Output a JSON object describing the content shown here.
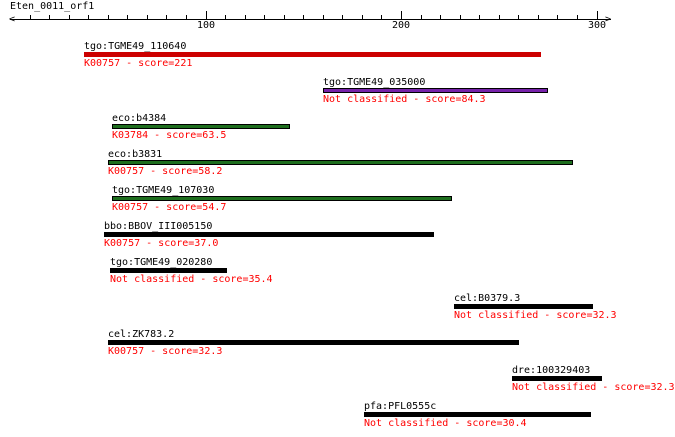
{
  "query": {
    "title": "Eten_0011_orf1"
  },
  "ruler": {
    "ticks": [
      {
        "value": 100,
        "label": "100"
      },
      {
        "value": 200,
        "label": "200"
      },
      {
        "value": 300,
        "label": "300"
      }
    ],
    "max": 305
  },
  "hits": [
    {
      "name": "tgo:TGME49_110640",
      "sub": "K00757 - score=221",
      "start": 38,
      "end": 272,
      "color": "#cc0000"
    },
    {
      "name": "tgo:TGME49_035000",
      "sub": "Not classified - score=84.3",
      "start": 160,
      "end": 275,
      "color": "#7722aa",
      "border": "#000000"
    },
    {
      "name": "eco:b4384",
      "sub": "K03784 - score=63.5",
      "start": 52,
      "end": 143,
      "color": "#1e6e1e",
      "border": "#000000"
    },
    {
      "name": "eco:b3831",
      "sub": "K00757 - score=58.2",
      "start": 50,
      "end": 288,
      "color": "#1e6e1e",
      "border": "#000000"
    },
    {
      "name": "tgo:TGME49_107030",
      "sub": "K00757 - score=54.7",
      "start": 52,
      "end": 226,
      "color": "#1e6e1e",
      "border": "#000000"
    },
    {
      "name": "bbo:BBOV_III005150",
      "sub": "K00757 - score=37.0",
      "start": 48,
      "end": 217,
      "color": "#000000"
    },
    {
      "name": "tgo:TGME49_020280",
      "sub": "Not classified - score=35.4",
      "start": 51,
      "end": 111,
      "color": "#000000"
    },
    {
      "name": "cel:B0379.3",
      "sub": "Not classified - score=32.3",
      "start": 227,
      "end": 298,
      "color": "#000000"
    },
    {
      "name": "cel:ZK783.2",
      "sub": "K00757 - score=32.3",
      "start": 50,
      "end": 260,
      "color": "#000000"
    },
    {
      "name": "dre:100329403",
      "sub": "Not classified - score=32.3",
      "start": 257,
      "end": 303,
      "color": "#000000"
    },
    {
      "name": "pfa:PFL0555c",
      "sub": "Not classified - score=30.4",
      "start": 181,
      "end": 297,
      "color": "#000000"
    }
  ]
}
